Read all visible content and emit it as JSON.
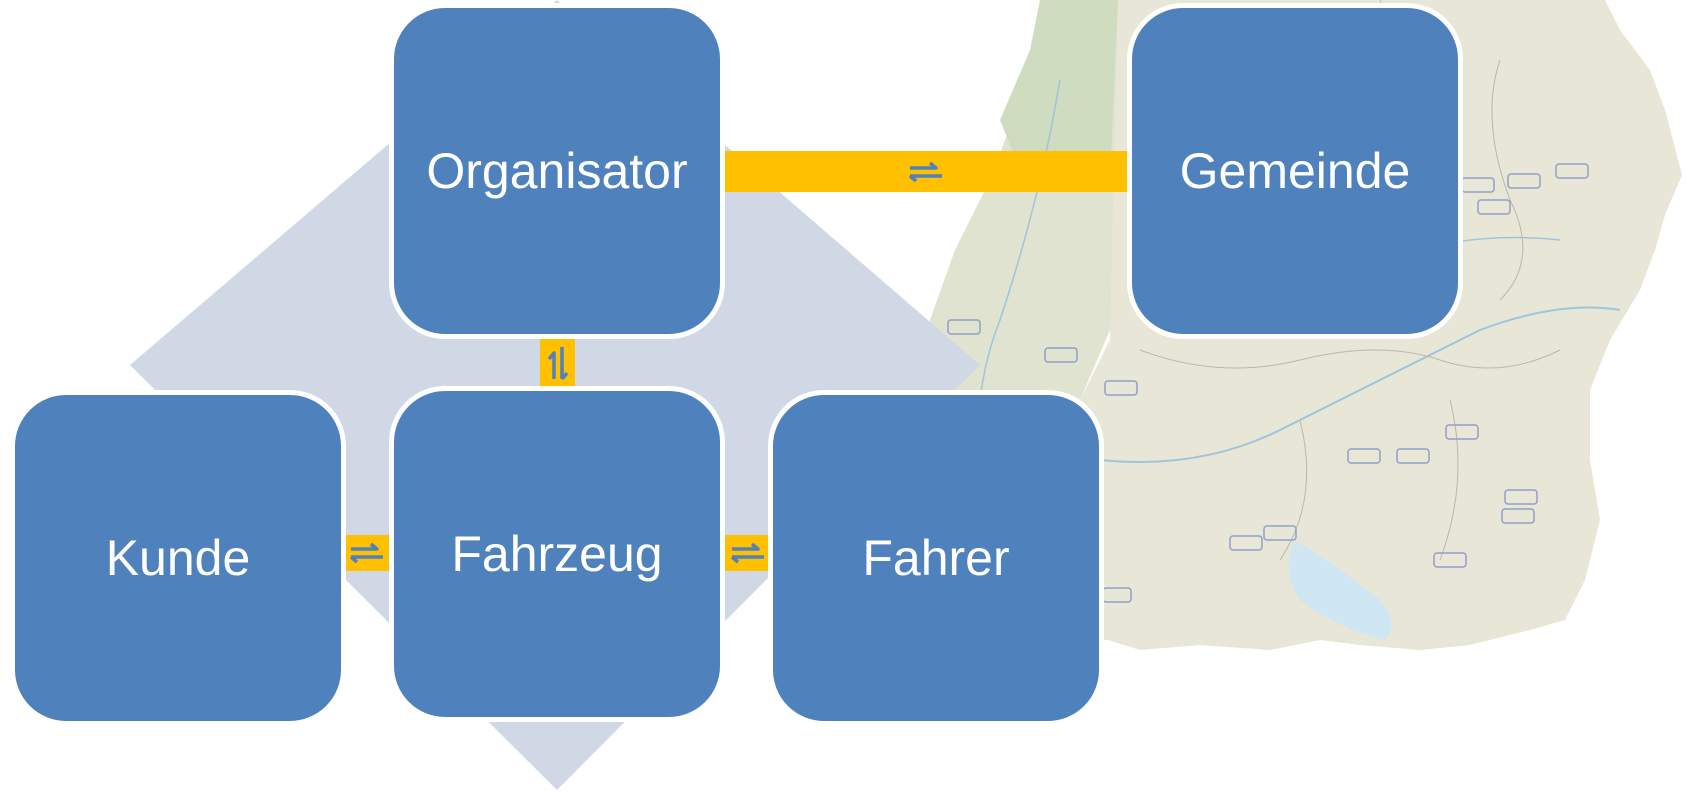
{
  "diagram": {
    "nodes": {
      "organisator": {
        "label": "Organisator"
      },
      "gemeinde": {
        "label": "Gemeinde"
      },
      "kunde": {
        "label": "Kunde"
      },
      "fahrzeug": {
        "label": "Fahrzeug"
      },
      "fahrer": {
        "label": "Fahrer"
      }
    },
    "edges": [
      {
        "from": "Organisator",
        "to": "Gemeinde",
        "icon": "bidirectional-arrows-icon"
      },
      {
        "from": "Organisator",
        "to": "Fahrzeug",
        "icon": "bidirectional-arrows-icon"
      },
      {
        "from": "Kunde",
        "to": "Fahrzeug",
        "icon": "bidirectional-arrows-icon"
      },
      {
        "from": "Fahrzeug",
        "to": "Fahrer",
        "icon": "bidirectional-arrows-icon"
      }
    ],
    "colors": {
      "node_fill": "#4f81bd",
      "connector_fill": "#ffc000",
      "arrow_color": "#4f81bd",
      "diamond_fill": "#d0d8e6",
      "background": "#ffffff"
    },
    "background_image": "map-of-region-with-bus-icons"
  }
}
